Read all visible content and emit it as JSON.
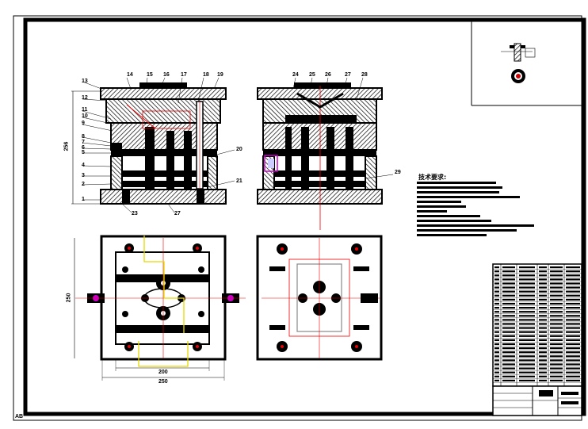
{
  "drawing": {
    "part_labels_left": [
      "13",
      "12",
      "11",
      "10",
      "9",
      "8",
      "7",
      "6",
      "5",
      "4",
      "3",
      "2",
      "1"
    ],
    "part_labels_top_left": [
      "14",
      "15",
      "16",
      "17",
      "18",
      "19"
    ],
    "part_labels_top_right": [
      "24",
      "25",
      "26",
      "27",
      "28"
    ],
    "part_labels_right": [
      "20",
      "21",
      "29"
    ],
    "part_labels_bottom": [
      "23",
      "27"
    ],
    "dim_height_left": "256",
    "dim_height_plan": "250",
    "dim_width_inner": "200",
    "dim_width_outer": "250",
    "tech_requirements_title": "技术要求:",
    "corner_mark": "AB"
  },
  "colors": {
    "line": "#000000",
    "section_red": "#ff0000",
    "dim_magenta": "#cc00cc",
    "ejector_yellow": "#e8d800",
    "steel_hatch": "#555555"
  }
}
